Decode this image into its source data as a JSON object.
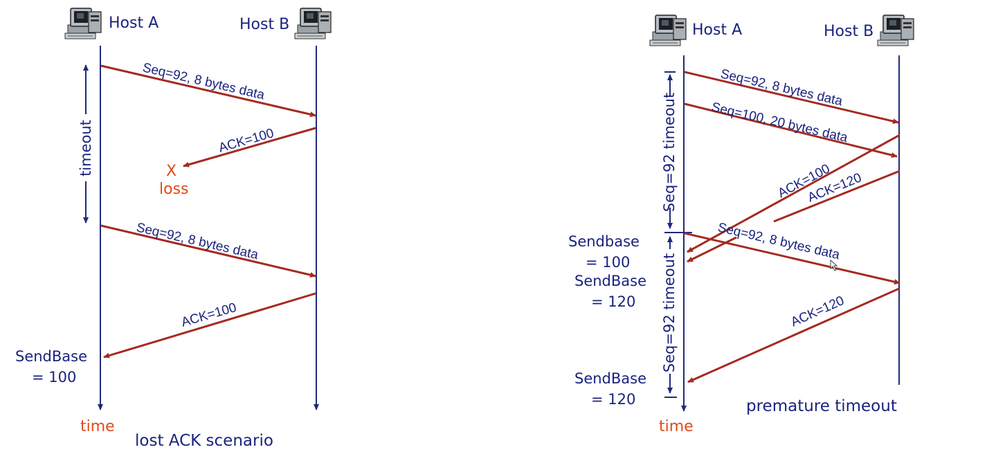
{
  "colors": {
    "message": "#a52a20",
    "text": "#1a237e",
    "accent": "#e04a1a",
    "timeline": "#1f2a7a"
  },
  "left": {
    "host_a": "Host A",
    "host_b": "Host B",
    "timeout_label": "timeout",
    "msg1": "Seq=92, 8 bytes data",
    "ack1": "ACK=100",
    "loss_mark": "X",
    "loss_label": "loss",
    "msg2": "Seq=92, 8 bytes data",
    "ack2": "ACK=100",
    "sendbase_1": "SendBase",
    "sendbase_2": "= 100",
    "time_label": "time",
    "caption": "lost ACK scenario"
  },
  "right": {
    "host_a": "Host A",
    "host_b": "Host B",
    "timeout1_label": "Seq=92 timeout",
    "timeout2_label": "Seq=92 timeout",
    "msg1": "Seq=92, 8 bytes data",
    "msg2": "Seq=100, 20 bytes data",
    "ack1": "ACK=100",
    "ack2": "ACK=120",
    "msg3": "Seq=92, 8 bytes data",
    "ack3": "ACK=120",
    "sb1_1": "Sendbase",
    "sb1_2": "= 100",
    "sb2_1": "SendBase",
    "sb2_2": "= 120",
    "sb3_1": "SendBase",
    "sb3_2": "= 120",
    "time_label": "time",
    "caption": "premature timeout"
  }
}
